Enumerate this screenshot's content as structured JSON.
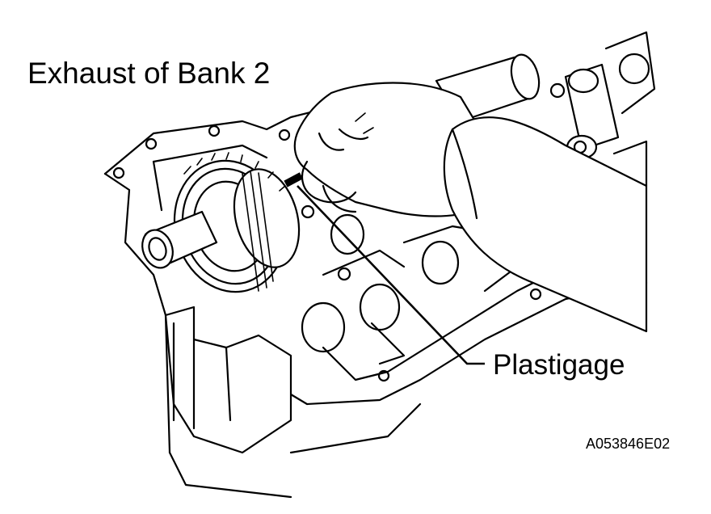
{
  "figure": {
    "title": "Exhaust of Bank 2",
    "callout": "Plastigage",
    "figure_id": "A053846E02"
  },
  "colors": {
    "ink": "#000000",
    "paper": "#ffffff"
  }
}
